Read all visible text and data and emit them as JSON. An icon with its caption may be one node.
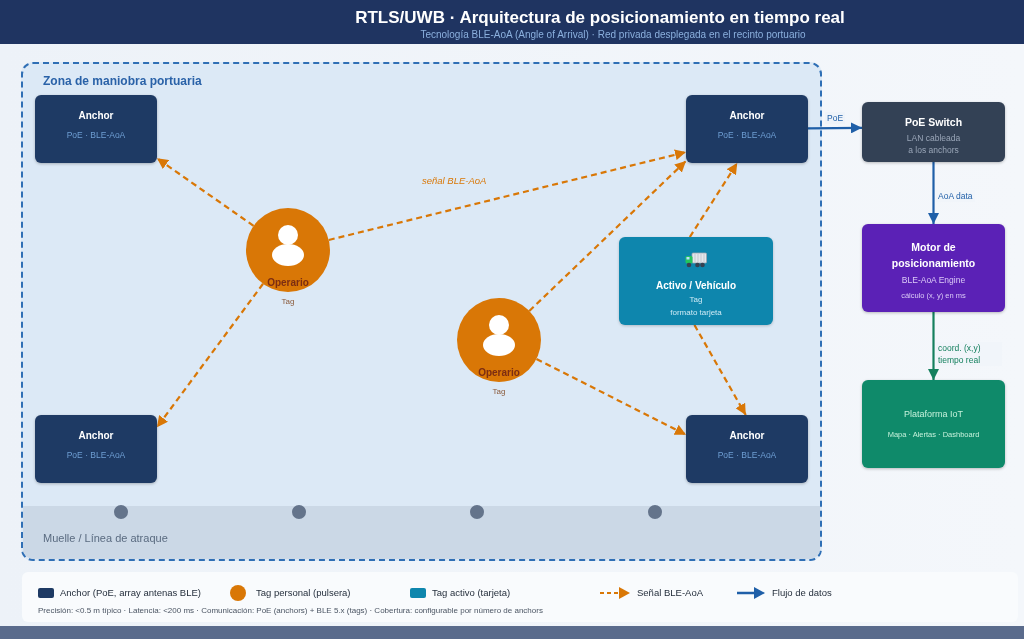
{
  "diagram": {
    "title": "RTLS/UWB · Arquitectura de posicionamiento en tiempo real",
    "nodes": [
      {
        "text": [
          "Zona de maniobra portuaria"
        ]
      },
      {
        "text": [
          "Anchor",
          "PoE · BLE-AoA"
        ],
        "in": 0
      },
      {
        "text": [
          "Anchor",
          "PoE · BLE-AoA"
        ],
        "in": 0
      },
      {
        "text": [
          "Operario"
        ],
        "beside": [
          "Tag"
        ],
        "in": 0
      },
      {
        "text": [
          "Activo / Vehículo",
          "Tag",
          "formato tarjeta"
        ],
        "in": 0
      },
      {
        "text": [
          "Operario"
        ],
        "beside": [
          "Tag"
        ],
        "in": 0
      },
      {
        "text": [
          "Anchor",
          "PoE · BLE-AoA"
        ],
        "in": 0
      },
      {
        "text": [
          "Anchor",
          "PoE · BLE-AoA"
        ],
        "in": 0
      },
      {
        "text": [
          "Muelle / Línea de atraque"
        ],
        "in": 0
      },
      {
        "text": [
          "PoE Switch",
          "LAN cableada a los anchors"
        ]
      },
      {
        "text": [
          "Motor de posicionamiento",
          "BLE-AoA Engine",
          "cálculo (x, y) en ms"
        ]
      },
      {
        "text": [
          "Plataforma IoT",
          "Mapa · Alertas · Dashboard"
        ]
      }
    ],
    "edges": [
      {
        "from": 3,
        "to": 1,
        "arrow": "to",
        "style": "dashed"
      },
      {
        "from": 3,
        "to": 2,
        "arrow": "to",
        "style": "dashed",
        "label": "señal BLE-AoA"
      },
      {
        "from": 3,
        "to": 6,
        "arrow": "to",
        "style": "dashed"
      },
      {
        "from": 5,
        "to": 2,
        "arrow": "to",
        "style": "dashed"
      },
      {
        "from": 5,
        "to": 7,
        "arrow": "to",
        "style": "dashed"
      },
      {
        "from": 4,
        "to": 2,
        "arrow": "to",
        "style": "dashed"
      },
      {
        "from": 4,
        "to": 7,
        "arrow": "to",
        "style": "dashed"
      },
      {
        "from": 2,
        "to": 9,
        "arrow": "to",
        "label": "PoE",
        "color": "#1f5fa8"
      },
      {
        "from": 9,
        "to": 10,
        "arrow": "to",
        "label": "AoA data",
        "color": "#1f5fa8"
      },
      {
        "from": 10,
        "to": 11,
        "arrow": "to",
        "label": "coord. (x,y) tiempo real",
        "color": "#15805e"
      }
    ],
    "labels": [
      "Tecnología BLE-AoA (Angle of Arrival) · Red privada desplegada en el recinto portuario",
      "Precisión: <0.5 m típico · Latencia: <200 ms · Comunicación: PoE (anchors) + BLE 5.x (tags) · Cobertura: configurable por número de anchors"
    ],
    "legend": [
      {
        "text": "Anchor (PoE, array antenas BLE)",
        "color": "#1e3a64"
      },
      {
        "text": "Tag personal (pulsera)",
        "color": "#d97706"
      },
      {
        "text": "Tag activo (tarjeta)",
        "color": "#0e86ad"
      },
      {
        "text": "Señal BLE-AoA"
      },
      {
        "text": "Flujo de datos"
      }
    ]
  }
}
